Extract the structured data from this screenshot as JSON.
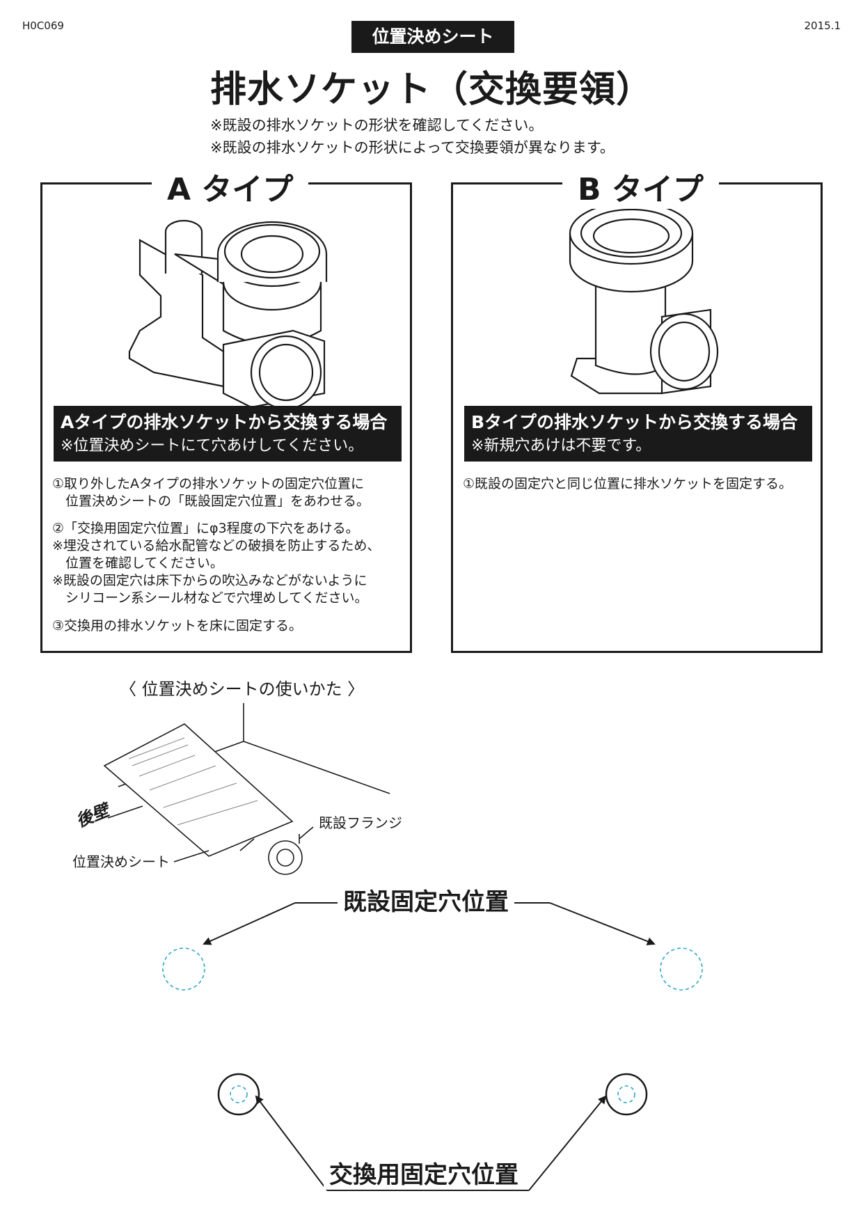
{
  "header": {
    "doc_code": "H0C069",
    "date": "2015.1",
    "sheet_label": "位置決めシート",
    "title": "排水ソケット（交換要領）",
    "notes": [
      "※既設の排水ソケットの形状を確認してください。",
      "※既設の排水ソケットの形状によって交換要領が異なります。"
    ]
  },
  "type_a": {
    "title": "A タイプ",
    "case_title": "Aタイプの排水ソケットから交換する場合",
    "case_note": "※位置決めシートにて穴あけしてください。",
    "instructions": [
      "①取り外したAタイプの排水ソケットの固定穴位置に",
      "　位置決めシートの「既設固定穴位置」をあわせる。",
      "②「交換用固定穴位置」にφ3程度の下穴をあける。",
      "※埋没されている給水配管などの破損を防止するため、",
      "　位置を確認してください。",
      "※既設の固定穴は床下からの吹込みなどがないように",
      "　シリコーン系シール材などで穴埋めしてください。",
      "③交換用の排水ソケットを床に固定する。"
    ]
  },
  "type_b": {
    "title": "B タイプ",
    "case_title": "Bタイプの排水ソケットから交換する場合",
    "case_note": "※新規穴あけは不要です。",
    "instructions": [
      "①既設の固定穴と同じ位置に排水ソケットを固定する。"
    ]
  },
  "usage": {
    "title": "〈 位置決めシートの使いかた 〉",
    "wall_label": "後壁",
    "flange_label": "既設フランジ",
    "sheet_label": "位置決めシート"
  },
  "positions": {
    "existing_label": "既設固定穴位置",
    "replacement_label": "交換用固定穴位置",
    "existing_circle_color": "#2aa6c8"
  }
}
